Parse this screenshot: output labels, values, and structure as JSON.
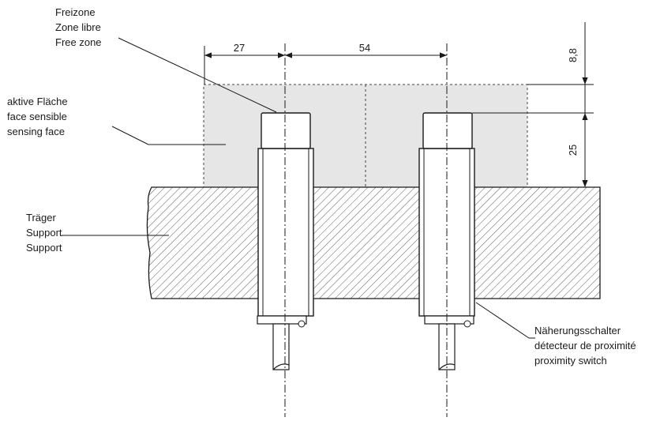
{
  "labels": {
    "free_zone": [
      "Freizone",
      "Zone libre",
      "Free zone"
    ],
    "sensing_face": [
      "aktive Fläche",
      "face sensible",
      "sensing face"
    ],
    "support": [
      "Träger",
      "Support",
      "Support"
    ],
    "proximity_switch": [
      "Näherungsschalter",
      "détecteur de proximité",
      "proximity switch"
    ]
  },
  "dimensions": {
    "spacing_half": "27",
    "spacing_between": "54",
    "top_offset": "8,8",
    "free_zone_height": "25"
  },
  "colors": {
    "line": "#1a1a1a",
    "free_zone_fill": "#e6e6e6",
    "hatch": "#333333",
    "background": "#ffffff"
  }
}
